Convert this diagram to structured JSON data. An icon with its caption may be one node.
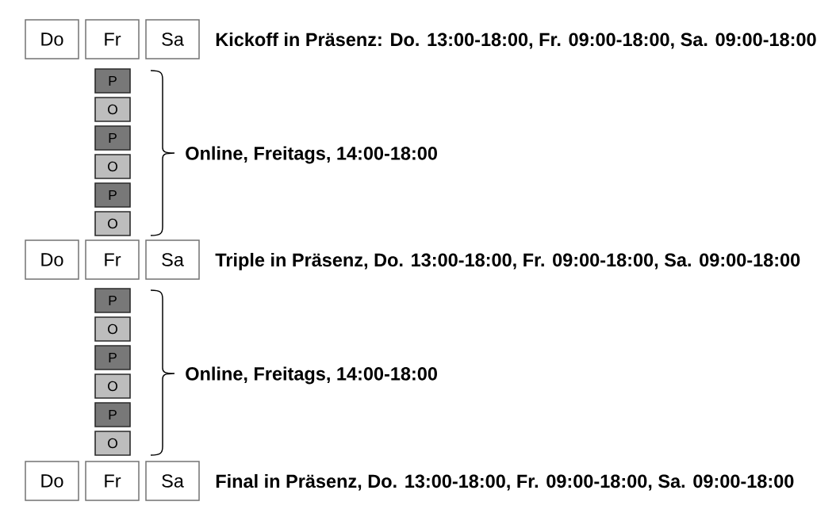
{
  "diagram": {
    "nodes": [
      {
        "text": [
          "Do"
        ]
      },
      {
        "text": [
          "Fr"
        ]
      },
      {
        "text": [
          "Sa"
        ]
      },
      {
        "text": [
          "P"
        ]
      },
      {
        "text": [
          "O"
        ]
      },
      {
        "text": [
          "P"
        ]
      },
      {
        "text": [
          "O"
        ]
      },
      {
        "text": [
          "P"
        ]
      },
      {
        "text": [
          "O"
        ]
      },
      {
        "text": [
          "Do"
        ]
      },
      {
        "text": [
          "Fr"
        ]
      },
      {
        "text": [
          "Sa"
        ]
      },
      {
        "text": [
          "P"
        ]
      },
      {
        "text": [
          "O"
        ]
      },
      {
        "text": [
          "P"
        ]
      },
      {
        "text": [
          "O"
        ]
      },
      {
        "text": [
          "P"
        ]
      },
      {
        "text": [
          "O"
        ]
      },
      {
        "text": [
          "Do"
        ]
      },
      {
        "text": [
          "Fr"
        ]
      },
      {
        "text": [
          "Sa"
        ]
      }
    ],
    "labels": [
      "Kickoff in Präsenz: Do. 13:00-18:00, Fr. 09:00-18:00, Sa. 09:00-18:00",
      "Online, Freitags, 14:00-18:00",
      "Triple in Präsenz, Do. 13:00-18:00, Fr. 09:00-18:00, Sa. 09:00-18:00",
      "Online, Freitags, 14:00-18:00",
      "Final in Präsenz, Do. 13:00-18:00, Fr. 09:00-18:00, Sa. 09:00-18:00"
    ]
  }
}
